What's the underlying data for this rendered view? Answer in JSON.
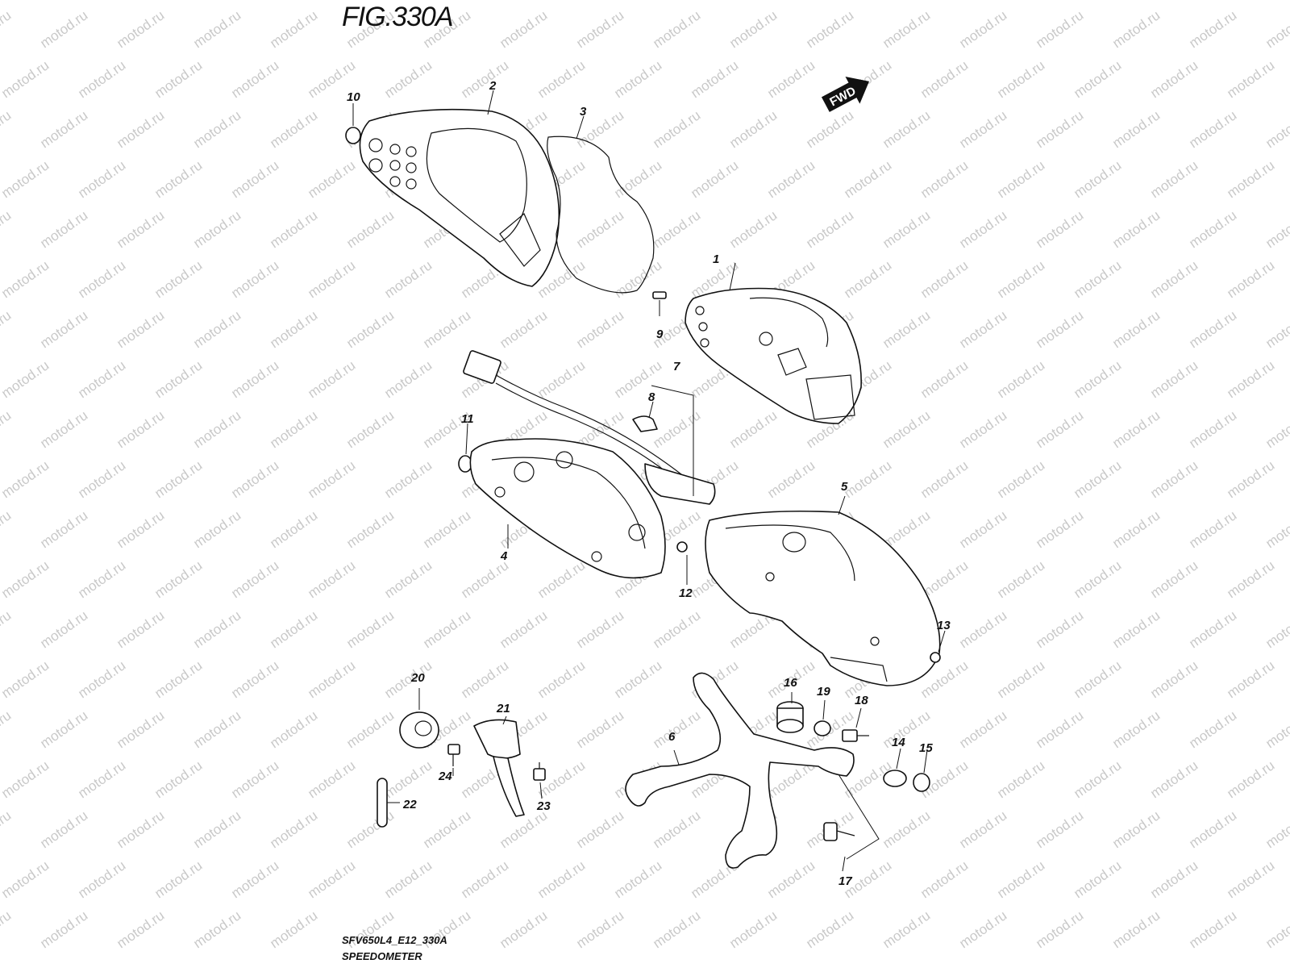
{
  "figure": {
    "title": "FIG.330A",
    "code": "SFV650L4_E12_330A",
    "name": "SPEEDOMETER",
    "direction_badge": "FWD",
    "watermark": "motod.ru"
  },
  "callouts": [
    "1",
    "2",
    "3",
    "4",
    "5",
    "6",
    "7",
    "8",
    "9",
    "10",
    "11",
    "12",
    "13",
    "14",
    "15",
    "16",
    "17",
    "18",
    "19",
    "20",
    "21",
    "22",
    "23",
    "24"
  ],
  "icons": {
    "direction": "fwd-arrow-icon"
  }
}
